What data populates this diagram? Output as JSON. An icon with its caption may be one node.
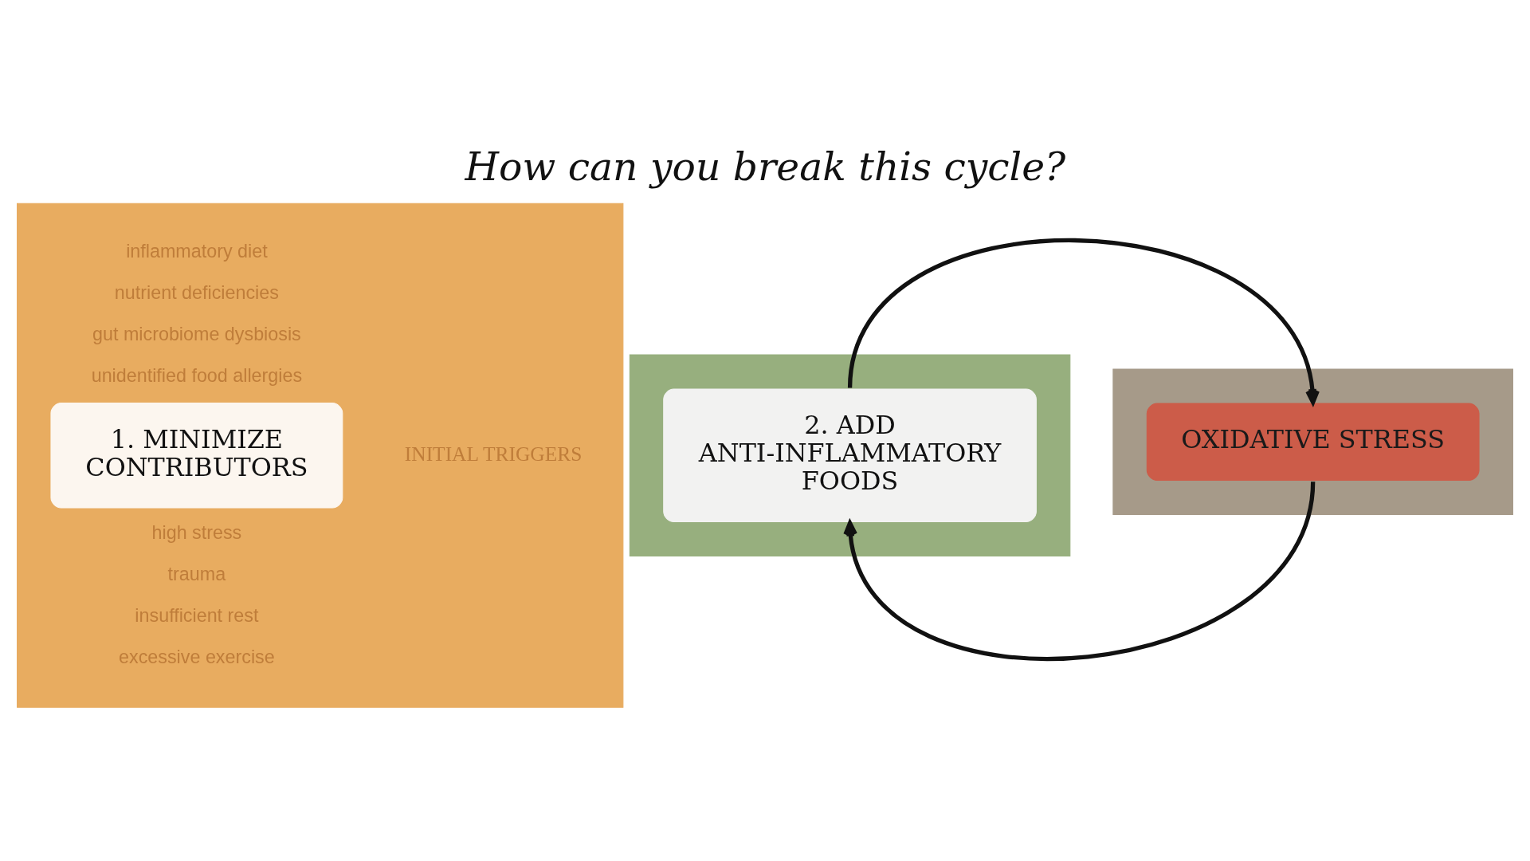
{
  "diagram": {
    "title": "How can you break this cycle?",
    "nodes": [
      {
        "text": [],
        "shape": "box"
      },
      {
        "text": [
          "1. MINIMIZE CONTRIBUTORS"
        ],
        "in": 0
      },
      {
        "text": [],
        "shape": "box"
      },
      {
        "text": [
          "2. ADD ANTI-INFLAMMATORY FOODS"
        ],
        "in": 2
      },
      {
        "text": [],
        "shape": "box"
      },
      {
        "text": [
          "OXIDATIVE STRESS"
        ],
        "in": 4
      }
    ],
    "edges": [
      {
        "from": 3,
        "to": 5,
        "arrow": "to"
      },
      {
        "from": 5,
        "to": 3,
        "arrow": "to"
      }
    ],
    "labels": [
      "inflammatory diet",
      "nutrient deficiencies",
      "gut microbiome dysbiosis",
      "unidentified food allergies",
      "high stress",
      "trauma",
      "insufficient rest",
      "excessive exercise",
      "INITIAL TRIGGERS"
    ]
  }
}
